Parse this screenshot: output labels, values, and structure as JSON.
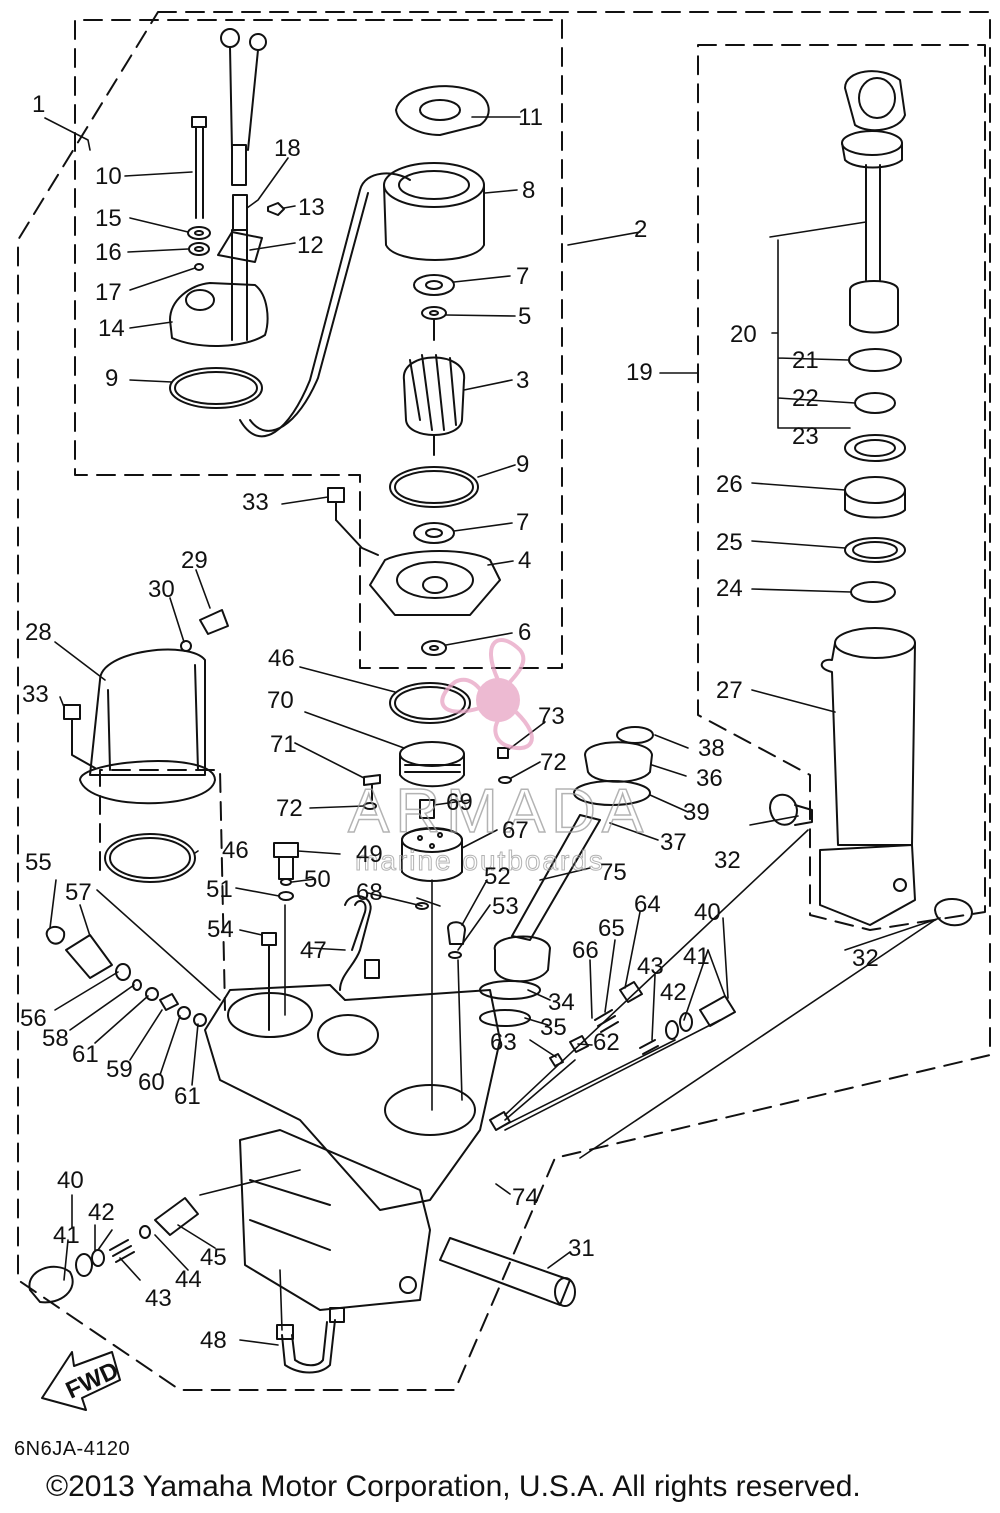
{
  "diagram": {
    "drawing_code": "6N6JA-4120",
    "copyright": "©2013 Yamaha Motor Corporation, U.S.A. All rights reserved.",
    "fwd_label": "FWD",
    "colors": {
      "line": "#111111",
      "background": "#ffffff",
      "watermark_pink": "#e8a3c4",
      "watermark_gray": "#9a9a9a"
    },
    "part_numbers": [
      "1",
      "2",
      "3",
      "4",
      "5",
      "6",
      "7",
      "8",
      "9",
      "10",
      "11",
      "12",
      "13",
      "14",
      "15",
      "16",
      "17",
      "18",
      "19",
      "20",
      "21",
      "22",
      "23",
      "24",
      "25",
      "26",
      "27",
      "28",
      "29",
      "30",
      "31",
      "32",
      "33",
      "34",
      "35",
      "36",
      "37",
      "38",
      "39",
      "40",
      "41",
      "42",
      "43",
      "44",
      "45",
      "46",
      "47",
      "48",
      "49",
      "50",
      "51",
      "52",
      "53",
      "54",
      "55",
      "56",
      "57",
      "58",
      "59",
      "60",
      "61",
      "62",
      "63",
      "64",
      "65",
      "66",
      "67",
      "68",
      "69",
      "70",
      "71",
      "72",
      "73",
      "74",
      "75"
    ]
  },
  "watermark": {
    "brand": "ARMADA",
    "tagline": "marine outboards",
    "icon": "propeller-logo"
  }
}
